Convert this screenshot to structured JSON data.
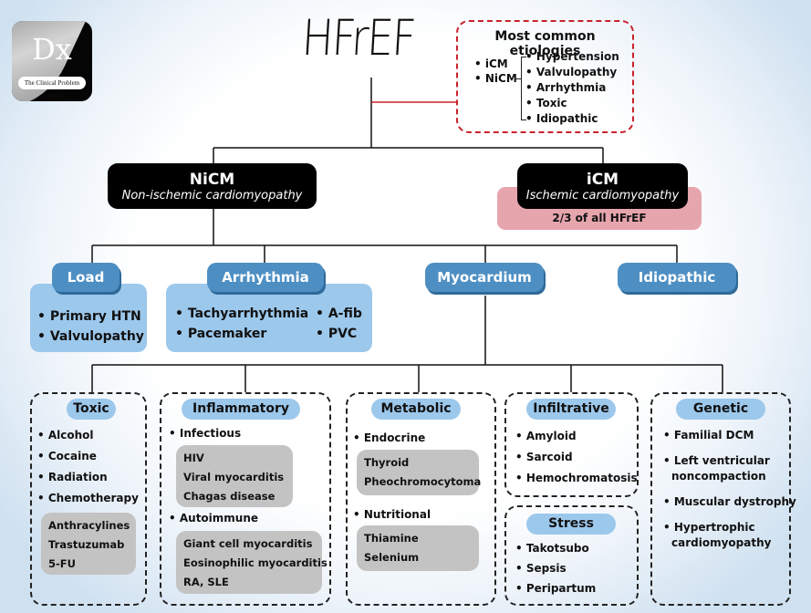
{
  "logo": {
    "mark": "Dx",
    "tagline": "The Clinical Problem Solvers"
  },
  "title": "HFrEF",
  "etiologies": {
    "heading": "Most common etiologies",
    "groups": [
      "iCM",
      "NiCM"
    ],
    "nicm_causes": [
      "Hypertension",
      "Valvulopathy",
      "Arrhythmia",
      "Toxic",
      "Idiopathic"
    ]
  },
  "nicm": {
    "label": "NiCM",
    "sub": "Non-ischemic cardiomyopathy"
  },
  "icm": {
    "label": "iCM",
    "sub": "Ischemic cardiomyopathy",
    "note": "2/3 of all HFrEF"
  },
  "categories": {
    "load": {
      "label": "Load",
      "items": [
        "Primary HTN",
        "Valvulopathy"
      ]
    },
    "arrhythmia": {
      "label": "Arrhythmia",
      "items": [
        "Tachyarrhythmia",
        "Pacemaker"
      ],
      "items_right": [
        "A-fib",
        "PVC"
      ]
    },
    "myocardium": {
      "label": "Myocardium"
    },
    "idiopathic": {
      "label": "Idiopathic"
    }
  },
  "myocardium": {
    "toxic": {
      "label": "Toxic",
      "items": [
        "Alcohol",
        "Cocaine",
        "Radiation",
        "Chemotherapy"
      ],
      "chemo": [
        "Anthracylines",
        "Trastuzumab",
        "5-FU"
      ]
    },
    "inflammatory": {
      "label": "Inflammatory",
      "infectious": {
        "label": "Infectious",
        "items": [
          "HIV",
          "Viral myocarditis",
          "Chagas disease"
        ]
      },
      "autoimmune": {
        "label": "Autoimmune",
        "items": [
          "Giant cell myocarditis",
          "Eosinophilic myocarditis",
          "RA, SLE"
        ]
      }
    },
    "metabolic": {
      "label": "Metabolic",
      "endocrine": {
        "label": "Endocrine",
        "items": [
          "Thyroid",
          "Pheochromocytoma"
        ]
      },
      "nutritional": {
        "label": "Nutritional",
        "items": [
          "Thiamine",
          "Selenium"
        ]
      }
    },
    "infiltrative": {
      "label": "Infiltrative",
      "items": [
        "Amyloid",
        "Sarcoid",
        "Hemochromatosis"
      ]
    },
    "stress": {
      "label": "Stress",
      "items": [
        "Takotsubo",
        "Sepsis",
        "Peripartum"
      ]
    },
    "genetic": {
      "label": "Genetic",
      "items": [
        "Familial DCM",
        "Left ventricular",
        "noncompaction",
        "Muscular dystrophy",
        "Hypertrophic",
        "cardiomyopathy"
      ]
    }
  },
  "colors": {
    "accent_blue": "#4e8fc3",
    "light_blue": "#9cc8ec",
    "pink": "#e6a5ad",
    "red_dash": "#c8222b",
    "grey_box": "#c3c3c3"
  }
}
